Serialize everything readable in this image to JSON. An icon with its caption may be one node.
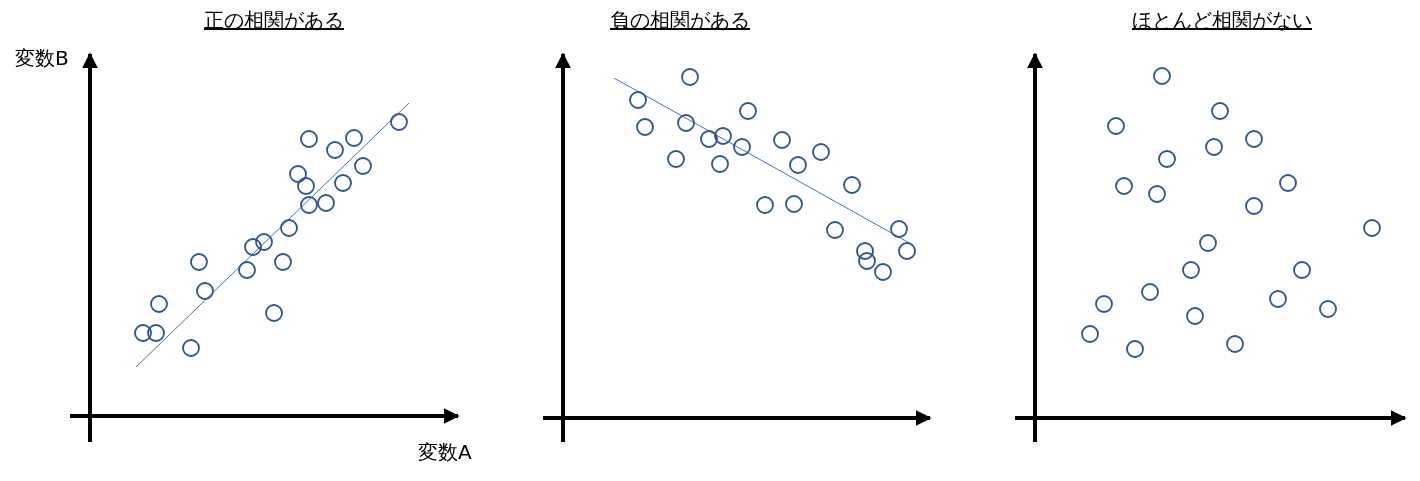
{
  "diagram": {
    "labels": [
      "正の相関がある",
      "負の相関がある",
      "ほとんど相関がない",
      "変数B",
      "変数A"
    ]
  }
}
